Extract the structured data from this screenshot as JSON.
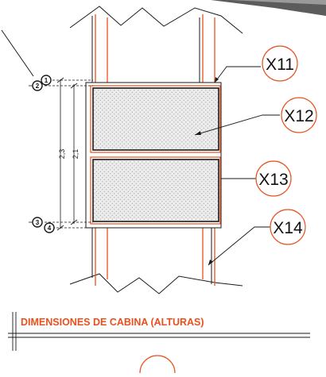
{
  "callouts": [
    {
      "id": "x11",
      "label": "X11"
    },
    {
      "id": "x12",
      "label": "X12"
    },
    {
      "id": "x13",
      "label": "X13"
    },
    {
      "id": "x14",
      "label": "X14"
    }
  ],
  "dimensions": {
    "outer": "2,3",
    "inner": "2,1"
  },
  "level_markers": [
    "1",
    "2",
    "3",
    "4"
  ],
  "section_title": "DIMENSIONES DE CABINA (ALTURAS)",
  "colors": {
    "accent": "#e8501e",
    "lines": "#1a1a1a",
    "panel_fill": "#ececec",
    "hatch_dots": "#9a9a9a",
    "corner_shade": "#5c5c5c"
  }
}
